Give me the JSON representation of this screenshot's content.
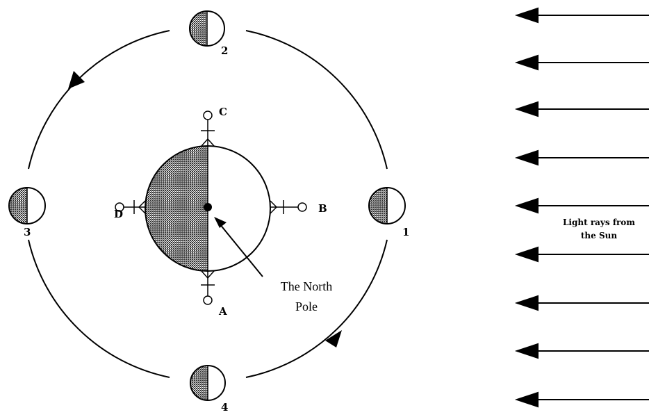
{
  "diagram": {
    "moon_labels": [
      "1",
      "2",
      "3",
      "4"
    ],
    "observer_labels": [
      "A",
      "B",
      "C",
      "D"
    ],
    "pole_label_line1": "The North",
    "pole_label_line2": "Pole",
    "sun_label_line1": "Light rays from",
    "sun_label_line2": "the Sun",
    "colors": {
      "stroke": "#000000",
      "shade": "#444444",
      "background": "#ffffff"
    }
  }
}
